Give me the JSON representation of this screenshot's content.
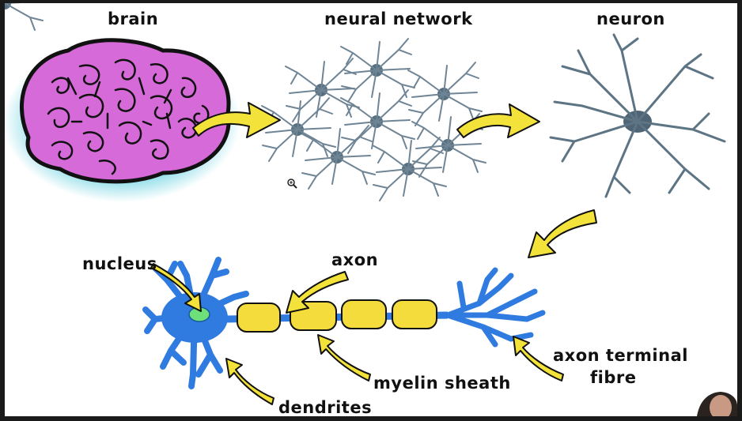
{
  "labels": {
    "brain": "brain",
    "neural_network": "neural network",
    "neuron": "neuron",
    "nucleus": "nucleus",
    "axon": "axon",
    "myelin_sheath": "myelin sheath",
    "axon_terminal_line1": "axon terminal",
    "axon_terminal_line2": "fibre",
    "dendrites": "dendrites"
  },
  "colors": {
    "brain_fill": "#d56ad8",
    "brain_glow": "#8fdde8",
    "arrow_fill": "#f2e23a",
    "neuron_blue": "#2f7be0",
    "myelin_yellow": "#f3dc3c",
    "nucleus_green": "#6ee07a",
    "network_gray": "#6f8596"
  },
  "icons": {
    "zoom": "zoom-in-icon"
  }
}
